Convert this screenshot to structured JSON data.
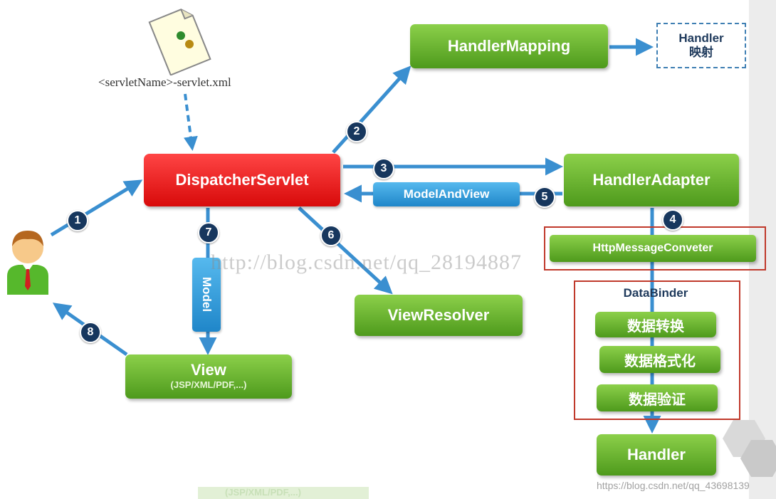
{
  "config_file": {
    "label": "<servletName>-servlet.xml"
  },
  "nodes": {
    "dispatcher": "DispatcherServlet",
    "handler_mapping": "HandlerMapping",
    "handler_mapping_result": {
      "line1": "Handler",
      "line2": "映射"
    },
    "handler_adapter": "HandlerAdapter",
    "model_and_view": "ModelAndView",
    "http_message_converter": "HttpMessageConveter",
    "data_binder": "DataBinder",
    "data_conversion": "数据转换",
    "data_formatting": "数据格式化",
    "data_validation": "数据验证",
    "handler": "Handler",
    "view_resolver": "ViewResolver",
    "model": "Model",
    "view": "View",
    "view_sub": "(JSP/XML/PDF,...)"
  },
  "steps": [
    "1",
    "2",
    "3",
    "4",
    "5",
    "6",
    "7",
    "8"
  ],
  "watermarks": {
    "center": "http://blog.csdn.net/qq_28194887",
    "bottom_right": "https://blog.csdn.net/qq_43698139",
    "bottom_ghost": "(JSP/XML/PDF,...)"
  },
  "colors": {
    "green": "#5cae26",
    "red": "#e51c1c",
    "blue": "#2c8fd1",
    "arrow": "#3a8fd0",
    "badge": "#17375e"
  },
  "icons": [
    "user-icon",
    "xml-file-icon"
  ]
}
